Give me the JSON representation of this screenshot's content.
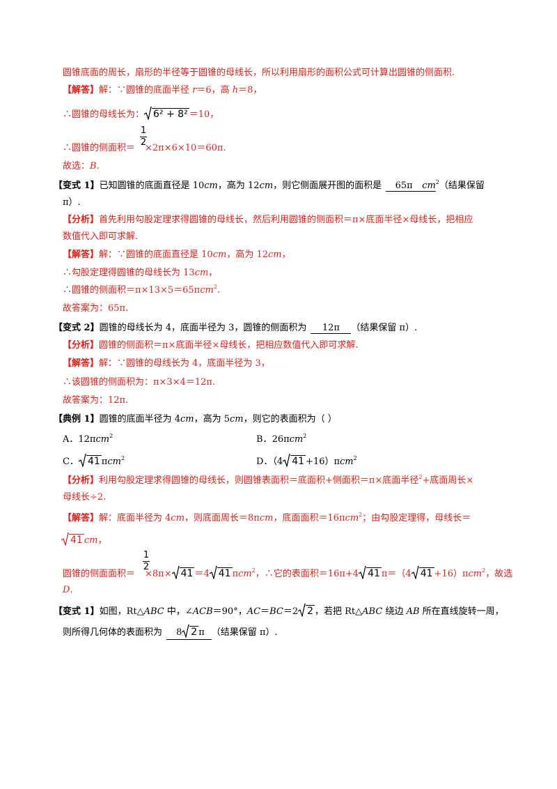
{
  "ex0": {
    "l1": "圆锥底面的周长，扇形的半径等于圆锥的母线长，所以利用扇形的面积公式可计算出圆锥的侧面积.",
    "l2_tag": "【解答】",
    "l2_a": "解：∵圆锥的底面半径 ",
    "l2_r": "r",
    "l2_b": "＝6，高 ",
    "l2_h": "h",
    "l2_c": "＝8，",
    "l3_a": "∴圆锥的母线长为：",
    "l3_rad": "6² + 8²",
    "l3_b": "＝10，",
    "l4_frac_num": "1",
    "l4_frac_den": "2",
    "l4_a": "∴圆锥的侧面积＝",
    "l4_b": "×2π×6×10＝60π.",
    "l5_a": "故选：",
    "l5_b": "B",
    "l5_c": "."
  },
  "v1": {
    "tag": "【变式 1】",
    "q_a": "已知圆锥的底面直径是 10",
    "q_cm1": "cm",
    "q_b": "，高为 12",
    "q_cm2": "cm",
    "q_c": "，则它侧面展开图的面积是",
    "q_ans": "65π",
    "q_unit": "cm",
    "q_d": "（结果保留",
    "q_e": "π）.",
    "fx_tag": "【分析】",
    "fx_a": "首先利用勾股定理求得圆锥的母线长，然后利用圆锥的侧面积＝π×底面半径×母线长，把相应",
    "fx_b": "数值代入即可求解.",
    "jd_tag": "【解答】",
    "jd_a": "解：∵圆锥的底面直径是 10",
    "jd_cm1": "cm",
    "jd_b": "，高为 12",
    "jd_cm2": "cm",
    "jd_c": "，",
    "s2_a": "∴勾股定理得圆锥的母线长为 13",
    "s2_cm": "cm",
    "s2_b": "，",
    "s3_a": "∴圆锥的侧面积＝π×13×5＝65π",
    "s3_cm": "cm",
    "s3_b": ".",
    "s4": "故答案为：65π."
  },
  "v2": {
    "tag": "【变式 2】",
    "q_a": "圆锥的母线长为 4，底面半径为 3，圆锥的侧面积为",
    "q_ans": "12π",
    "q_b": "（结果保留 π）.",
    "fx_tag": "【分析】",
    "fx_a": "圆锥的侧面积＝π×底面半径×母线长，把相应数值代入即可求解.",
    "jd_tag": "【解答】",
    "jd_a": "解：∵圆锥的母线长为 4，底面半径为 3，",
    "s2": "∴该圆锥的侧面积为：π×3×4＝12π.",
    "s3": "故答案为：12π."
  },
  "d1": {
    "tag": "【典例 1】",
    "q_a": "圆锥的底面半径为 4",
    "q_cm1": "cm",
    "q_b": "，高为 5",
    "q_cm2": "cm",
    "q_c": "，则它的表面积为（      ）",
    "optA_k": "A．",
    "optA_v": "12π",
    "optB_k": "B．",
    "optB_v": "26π",
    "optC_k": "C．",
    "optC_rad": "41",
    "optC_v": "π",
    "optD_k": "D．",
    "optD_a": "（4",
    "optD_rad": "41",
    "optD_b": "+16）π",
    "unit": "cm",
    "fx_tag": "【分析】",
    "fx_a": "利用勾股定理求得圆锥的母线长，则圆锥表面积＝底面积+侧面积＝π×底面半径",
    "fx_a2": "+底面周长×",
    "fx_b": "母线长÷2.",
    "jd_tag": "【解答】",
    "jd_a": "解：底面半径为 4",
    "jd_cm1": "cm",
    "jd_b": "，则底面周长＝8π",
    "jd_cm2": "cm",
    "jd_c": "，底面面积＝16π",
    "jd_cm3": "cm",
    "jd_d": "；由勾股定理得，母线长＝",
    "s2_rad": "41",
    "s2_cm": "cm",
    "s2_b": "，",
    "s3_frac_num": "1",
    "s3_frac_den": "2",
    "s3_a": "圆锥的侧面面积＝",
    "s3_b": "×8π×",
    "s3_rad1": "41",
    "s3_c": "＝4",
    "s3_rad2": "41",
    "s3_d": "π",
    "s3_cm1": "cm",
    "s3_e": "，∴它的表面积＝16π+4",
    "s3_rad3": "41",
    "s3_f": "π＝（4",
    "s3_rad4": "41",
    "s3_g": "+16）π",
    "s3_cm2": "cm",
    "s3_h": "，故选",
    "s4": "D",
    "s4_b": "."
  },
  "v3": {
    "tag": "【变式 1】",
    "q_a": "如图，Rt△",
    "q_abc": "ABC",
    "q_b": " 中，∠",
    "q_acb": "ACB",
    "q_c": "＝90°，",
    "q_ac": "AC",
    "q_d": "＝",
    "q_bc": "BC",
    "q_e": "＝2",
    "q_rad": "2",
    "q_f": "，若把 Rt△",
    "q_abc2": "ABC",
    "q_g": " 绕边 ",
    "q_ab": "AB",
    "q_h": " 所在直线旋转一周，",
    "q_i": "则所得几何体的表面积为",
    "q_ans_a": "8",
    "q_ans_rad": "2",
    "q_ans_b": "π",
    "q_j": "（结果保留 π）."
  },
  "sup2": "2"
}
